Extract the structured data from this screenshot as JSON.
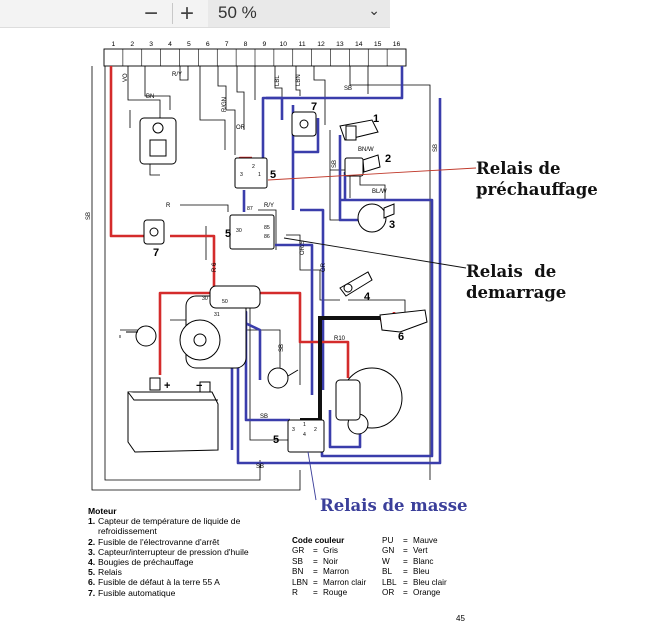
{
  "toolbar": {
    "minus_label": "−",
    "plus_label": "+",
    "zoom_value": "50 %",
    "chevron": "⌄"
  },
  "diagram": {
    "terminals": [
      "1",
      "2",
      "3",
      "4",
      "5",
      "6",
      "7",
      "8",
      "9",
      "10",
      "11",
      "12",
      "13",
      "14",
      "15",
      "16"
    ],
    "wire_labels": {
      "vo": "VO",
      "bn": "BN",
      "ry_top": "R/Y",
      "rgn": "R/GN",
      "lbl": "LBL",
      "lbn": "LBN",
      "or": "OR",
      "sb_top": "SB",
      "sb_right": "SB",
      "sb_left": "SB",
      "sb_mid": "SB",
      "bnw": "BN/W",
      "blw": "BL/W",
      "r": "R",
      "ry_mid": "R/Y",
      "ors": "OR/S",
      "gr": "GR",
      "r6": "R 6",
      "r10": "R10",
      "sb_starter": "SB",
      "sb_relay": "SB",
      "sb_bottom": "SB"
    },
    "component_numbers": {
      "c1": "1",
      "c2": "2",
      "c3": "3",
      "c4": "4",
      "c5a": "5",
      "c5b": "5",
      "c5c": "5",
      "c6": "6",
      "c7a": "7",
      "c7b": "7"
    },
    "pins": {
      "r1_3": "3",
      "r1_1": "1",
      "r1_2": "2",
      "r2_87": "87",
      "r2_30": "30",
      "r2_85": "85",
      "r2_86": "86",
      "s_30": "30",
      "s_50": "50",
      "s_31": "31",
      "r3_1": "1",
      "r3_2": "2",
      "r3_3": "3",
      "r3_4": "4",
      "plus": "+",
      "minus": "−"
    }
  },
  "annotations": {
    "prechauffage": "Relais de\npréchauffage",
    "demarrage": "Relais  de\ndemarrage",
    "masse": "Relais de masse"
  },
  "legend": {
    "title": "Moteur",
    "items": [
      {
        "num": "1.",
        "text": "Capteur de température de liquide de\nrefroidissement"
      },
      {
        "num": "2.",
        "text": "Fusible de l'électrovanne d'arrêt"
      },
      {
        "num": "3.",
        "text": "Capteur/interrupteur de pression d'huile"
      },
      {
        "num": "4.",
        "text": "Bougies de préchauffage"
      },
      {
        "num": "5.",
        "text": "Relais"
      },
      {
        "num": "6.",
        "text": "Fusible de défaut à la terre 55 A"
      },
      {
        "num": "7.",
        "text": "Fusible automatique"
      }
    ]
  },
  "color_codes": {
    "title": "Code couleur",
    "left": [
      {
        "code": "GR",
        "name": "Gris"
      },
      {
        "code": "SB",
        "name": "Noir"
      },
      {
        "code": "BN",
        "name": "Marron"
      },
      {
        "code": "LBN",
        "name": "Marron clair"
      },
      {
        "code": "R",
        "name": "Rouge"
      }
    ],
    "right": [
      {
        "code": "PU",
        "name": "Mauve"
      },
      {
        "code": "GN",
        "name": "Vert"
      },
      {
        "code": "W",
        "name": "Blanc"
      },
      {
        "code": "BL",
        "name": "Bleu"
      },
      {
        "code": "LBL",
        "name": "Bleu clair"
      },
      {
        "code": "OR",
        "name": "Orange"
      }
    ]
  },
  "page_number": "45",
  "colors": {
    "blue_wire": "#3a3dab",
    "red_wire": "#d42b2b",
    "black_wire": "#111111",
    "annotation_blue": "#3b3f9a",
    "annotation_black": "#111111"
  }
}
